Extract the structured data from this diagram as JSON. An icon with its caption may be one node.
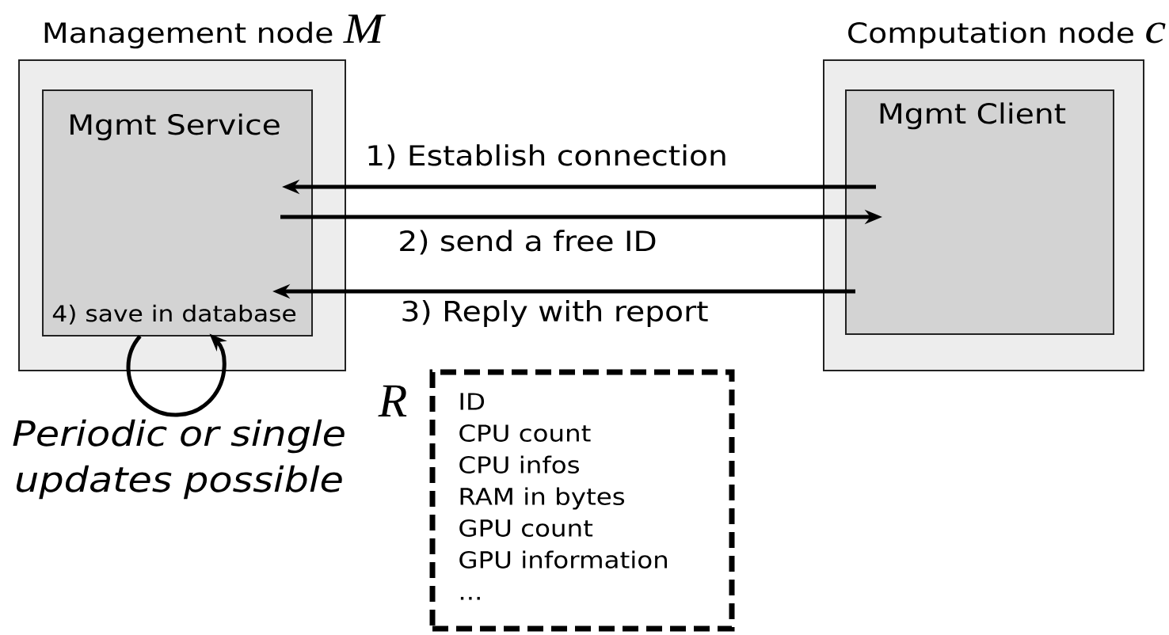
{
  "diagram": {
    "nodes": [
      {
        "text": [
          "Management node *M*"
        ]
      },
      {
        "text": [
          "Mgmt Service",
          "4) save in database"
        ],
        "in": 0
      },
      {
        "text": [
          "Computation node *c*"
        ]
      },
      {
        "text": [
          "Mgmt Client"
        ],
        "in": 2
      },
      {
        "text": [
          "ID",
          "CPU count",
          "CPU infos",
          "RAM in bytes",
          "GPU count",
          "GPU information",
          "..."
        ],
        "beside": [
          "R"
        ]
      }
    ],
    "edges": [
      {
        "from": 3,
        "to": 1,
        "arrow": "to",
        "label": "1) Establish connection"
      },
      {
        "from": 1,
        "to": 3,
        "arrow": "to",
        "label": "2) send a free ID"
      },
      {
        "from": 3,
        "to": 1,
        "arrow": "to",
        "label": "3) Reply with report"
      },
      {
        "from": 1,
        "to": 1,
        "arrow": "to",
        "label": "Periodic or single updates possible"
      }
    ]
  }
}
